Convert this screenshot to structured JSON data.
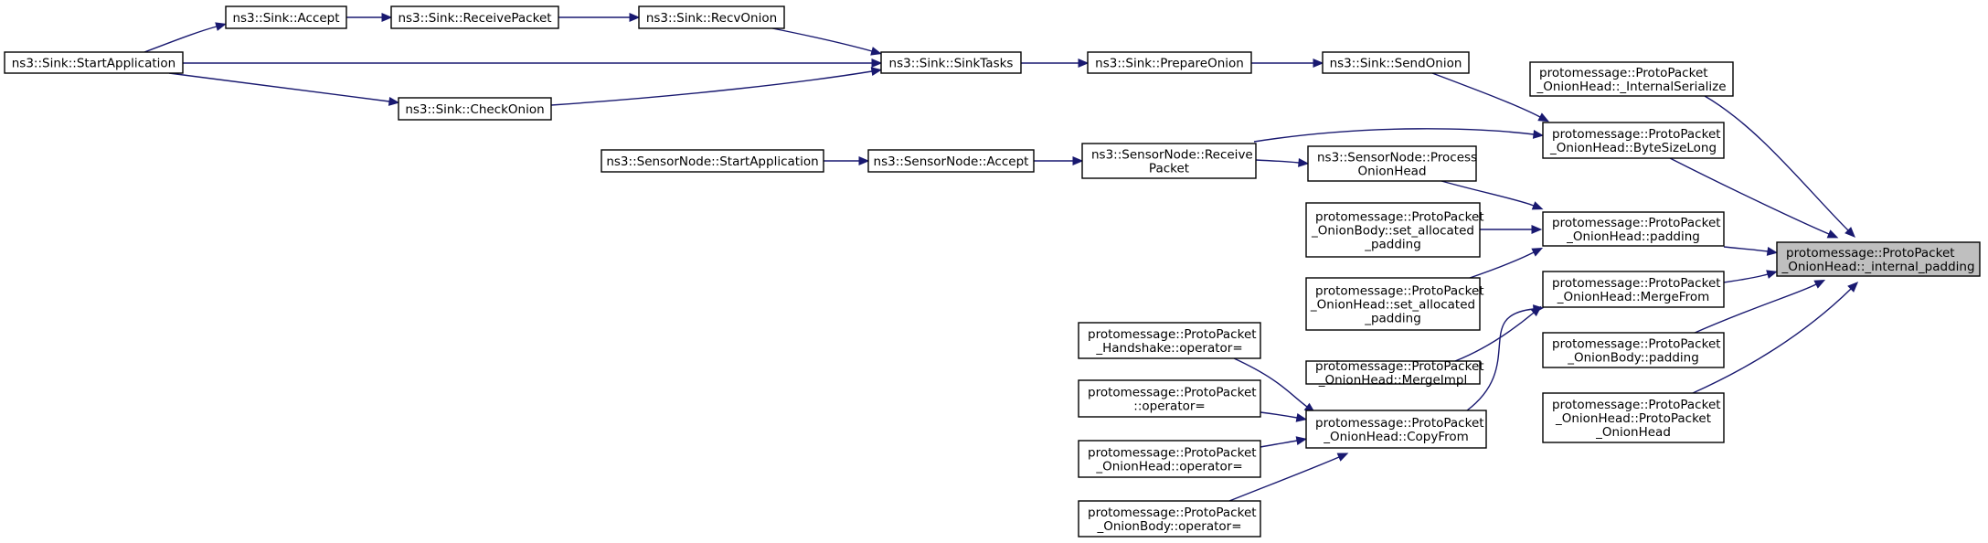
{
  "graph": {
    "nodes": {
      "focus": [
        "protomessage::ProtoPacket",
        "_OnionHead::_internal_padding"
      ],
      "bytesizelong": [
        "protomessage::ProtoPacket",
        "_OnionHead::ByteSizeLong"
      ],
      "padding": [
        "protomessage::ProtoPacket",
        "_OnionHead::padding"
      ],
      "mergefrom": [
        "protomessage::ProtoPacket",
        "_OnionHead::MergeFrom"
      ],
      "internalserialize": [
        "protomessage::ProtoPacket",
        "_OnionHead::_InternalSerialize"
      ],
      "bodypadding": [
        "protomessage::ProtoPacket",
        "_OnionBody::padding"
      ],
      "ctor": [
        "protomessage::ProtoPacket",
        "_OnionHead::ProtoPacket",
        "_OnionHead"
      ],
      "sendonion": [
        "ns3::Sink::SendOnion"
      ],
      "receivepacket_sn": [
        "ns3::SensorNode::Receive",
        "Packet"
      ],
      "processonionhead": [
        "ns3::SensorNode::Process",
        "OnionHead"
      ],
      "body_setalloc": [
        "protomessage::ProtoPacket",
        "_OnionBody::set_allocated",
        "_padding"
      ],
      "head_setalloc": [
        "protomessage::ProtoPacket",
        "_OnionHead::set_allocated",
        "_padding"
      ],
      "mergeimpl": [
        "protomessage::ProtoPacket",
        "_OnionHead::MergeImpl"
      ],
      "copyfrom": [
        "protomessage::ProtoPacket",
        "_OnionHead::CopyFrom"
      ],
      "prepareonion": [
        "ns3::Sink::PrepareOnion"
      ],
      "sinktasks": [
        "ns3::Sink::SinkTasks"
      ],
      "recvonion": [
        "ns3::Sink::RecvOnion"
      ],
      "receivepacket_sink": [
        "ns3::Sink::ReceivePacket"
      ],
      "accept_sink": [
        "ns3::Sink::Accept"
      ],
      "startapp_sink": [
        "ns3::Sink::StartApplication"
      ],
      "checkonion": [
        "ns3::Sink::CheckOnion"
      ],
      "accept_sn": [
        "ns3::SensorNode::Accept"
      ],
      "startapp_sn": [
        "ns3::SensorNode::StartApplication"
      ],
      "handshake_op": [
        "protomessage::ProtoPacket",
        "_Handshake::operator="
      ],
      "packet_op": [
        "protomessage::ProtoPacket",
        "::operator="
      ],
      "head_op": [
        "protomessage::ProtoPacket",
        "_OnionHead::operator="
      ],
      "body_op": [
        "protomessage::ProtoPacket",
        "_OnionBody::operator="
      ]
    },
    "edges": [
      [
        "bytesizelong",
        "focus"
      ],
      [
        "padding",
        "focus"
      ],
      [
        "mergefrom",
        "focus"
      ],
      [
        "internalserialize",
        "focus"
      ],
      [
        "bodypadding",
        "focus"
      ],
      [
        "ctor",
        "focus"
      ],
      [
        "sendonion",
        "bytesizelong"
      ],
      [
        "receivepacket_sn",
        "bytesizelong"
      ],
      [
        "processonionhead",
        "padding"
      ],
      [
        "body_setalloc",
        "padding"
      ],
      [
        "head_setalloc",
        "padding"
      ],
      [
        "mergeimpl",
        "mergefrom"
      ],
      [
        "copyfrom",
        "mergefrom"
      ],
      [
        "prepareonion",
        "sendonion"
      ],
      [
        "sinktasks",
        "prepareonion"
      ],
      [
        "recvonion",
        "sinktasks"
      ],
      [
        "startapp_sink",
        "sinktasks"
      ],
      [
        "checkonion",
        "sinktasks"
      ],
      [
        "receivepacket_sink",
        "recvonion"
      ],
      [
        "accept_sink",
        "receivepacket_sink"
      ],
      [
        "startapp_sink",
        "accept_sink"
      ],
      [
        "startapp_sink",
        "checkonion"
      ],
      [
        "accept_sn",
        "receivepacket_sn"
      ],
      [
        "startapp_sn",
        "accept_sn"
      ],
      [
        "receivepacket_sn",
        "processonionhead"
      ],
      [
        "handshake_op",
        "copyfrom"
      ],
      [
        "packet_op",
        "copyfrom"
      ],
      [
        "head_op",
        "copyfrom"
      ],
      [
        "body_op",
        "copyfrom"
      ]
    ]
  },
  "colors": {
    "edge": "#191970",
    "focus_fill": "#bfbfbf",
    "node_fill": "#ffffff",
    "node_border": "#000000"
  }
}
